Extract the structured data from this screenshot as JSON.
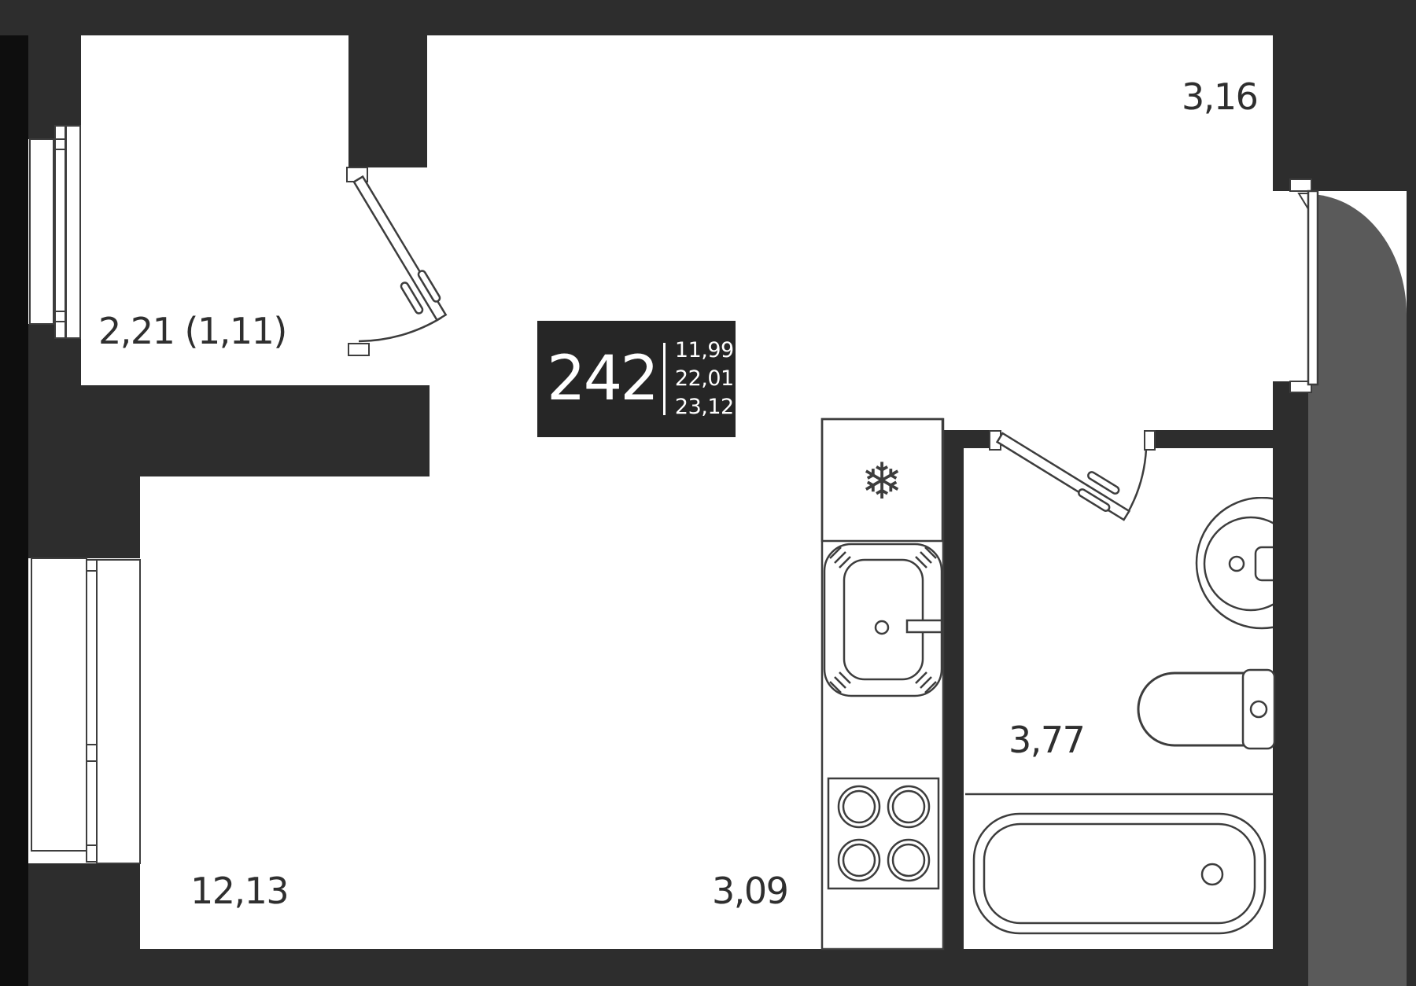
{
  "plan": {
    "unit_badge": {
      "unit_number": "242",
      "area_values": [
        "11,99",
        "22,01",
        "23,12"
      ]
    },
    "rooms": {
      "balcony": {
        "label": "2,21 (1,11)"
      },
      "hallway": {
        "label": "3,16"
      },
      "bathroom": {
        "label": "3,77"
      },
      "living_room": {
        "label": "12,13"
      },
      "kitchen": {
        "label": "3,09"
      }
    },
    "icons": {
      "snowflake": "❄"
    },
    "colors": {
      "wall": "#2d2d2d",
      "left_edge": "#0e0e0e",
      "outside_corridor": "#5a5a5a",
      "fixture_line": "#3d3d3d",
      "badge_background": "#262626",
      "badge_text": "#ffffff",
      "label_text": "#2f2f2f",
      "floor": "#ffffff"
    }
  }
}
